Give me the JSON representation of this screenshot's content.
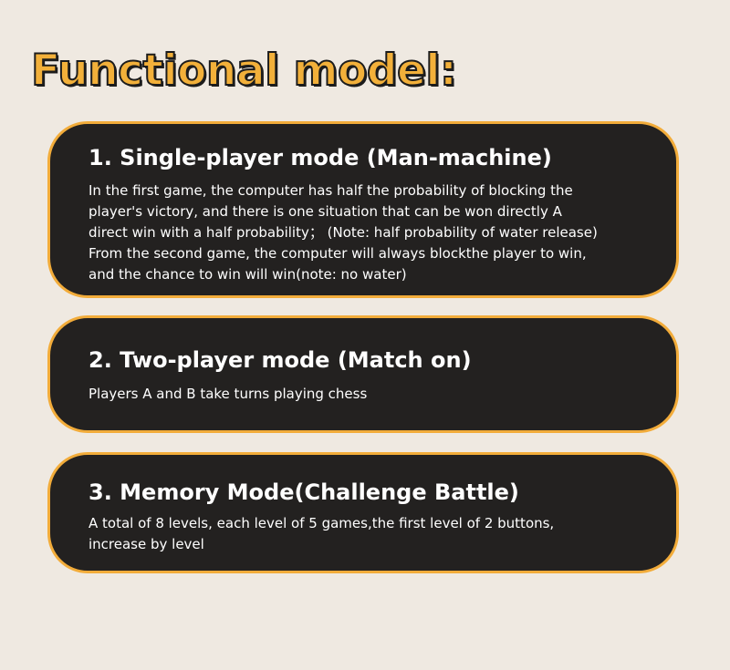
{
  "title": "Functional model:",
  "modes": [
    {
      "heading": "1. Single-player mode (Man-machine)",
      "lines": [
        "In the first game, the computer has half the probability of blocking the",
        "player's victory, and there is one situation that can be won directly A",
        "direct win with a half probability； (Note: half probability of water release)",
        "From the second game, the computer will always blockthe player to win,",
        "and the chance to win will win(note: no water)"
      ]
    },
    {
      "heading": "2. Two-player mode (Match on)",
      "lines": [
        "Players A and B take turns playing chess"
      ]
    },
    {
      "heading": "3. Memory Mode(Challenge Battle)",
      "lines": [
        "A total of 8 levels, each level of 5 games,the first level of 2 buttons,",
        "increase by level"
      ]
    }
  ],
  "colors": {
    "background": "#efe9e1",
    "title_fill": "#f2b03a",
    "title_outline": "#1c1c1c",
    "card_fill": "#232120",
    "card_border": "#f2ac3a",
    "card_text": "#ffffff"
  }
}
